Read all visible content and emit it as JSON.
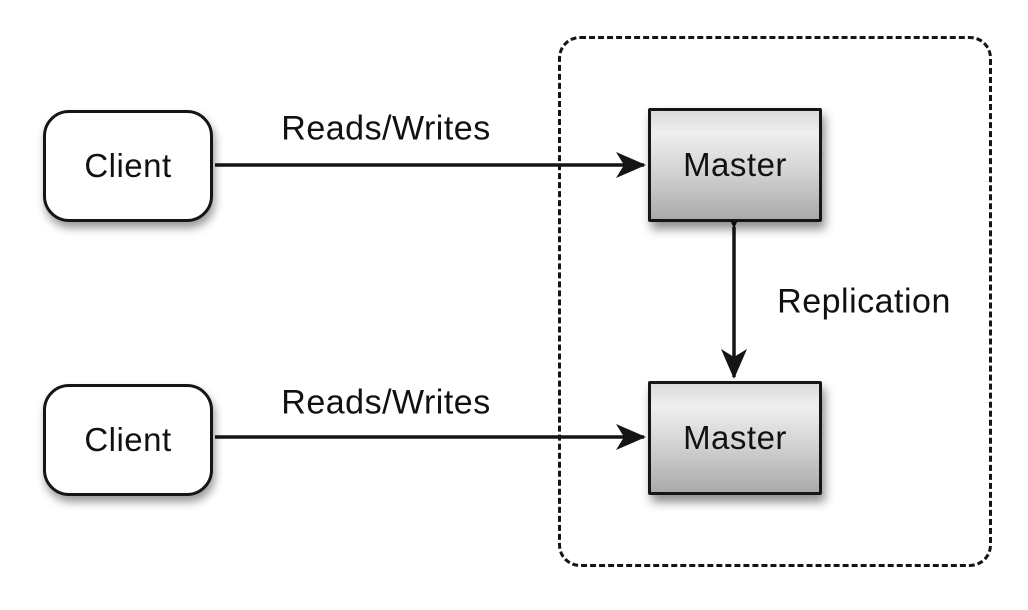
{
  "diagram": {
    "kind": "master-master-replication-diagram",
    "background_color": "#ffffff",
    "stroke_color": "#151515",
    "master_fill_gradient": [
      "#efefef",
      "#aaaaaa"
    ],
    "nodes": {
      "client_top": {
        "label": "Client"
      },
      "client_bottom": {
        "label": "Client"
      },
      "master_top": {
        "label": "Master"
      },
      "master_bottom": {
        "label": "Master"
      }
    },
    "edges": {
      "client_top_to_master_top": {
        "label": "Reads/Writes",
        "direction": "single-arrow-right"
      },
      "client_bottom_to_master_bottom": {
        "label": "Reads/Writes",
        "direction": "single-arrow-right"
      },
      "master_to_master": {
        "label": "Replication",
        "direction": "double-arrow-vertical"
      }
    },
    "groups": {
      "replication_boundary": {
        "style": "dashed-rounded-rectangle",
        "contains": [
          "master_top",
          "master_bottom"
        ]
      }
    }
  }
}
